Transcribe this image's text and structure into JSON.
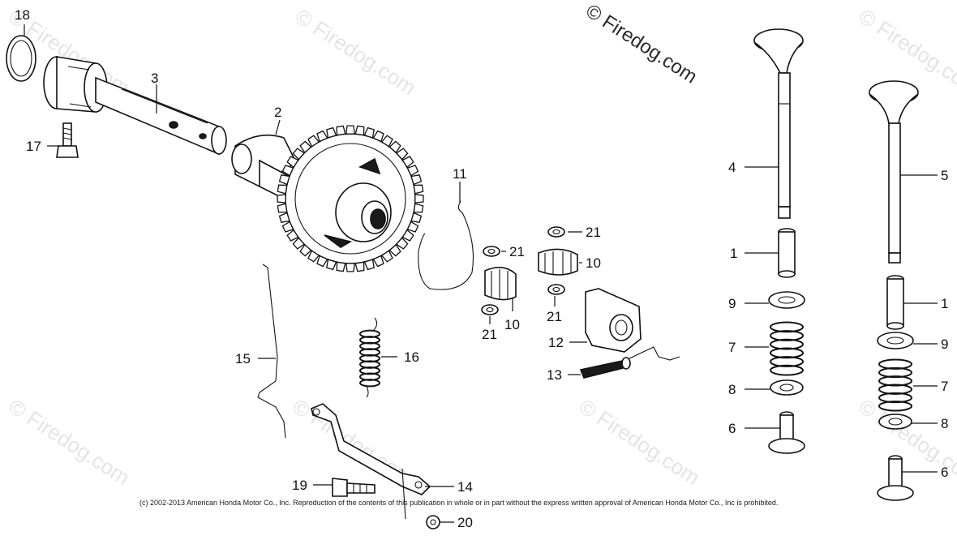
{
  "watermarks": {
    "faint_text": "© Firedog.com",
    "main_text": "© Firedog.com"
  },
  "copyright": "(c) 2002-2013 American Honda Motor Co., Inc. Reproduction of the contents of this publication in whole or in part without the express written approval of American Honda Motor Co., Inc is prohibited.",
  "callouts": {
    "c18": "18",
    "c3": "3",
    "c17": "17",
    "c2": "2",
    "c11": "11",
    "c21a": "21",
    "c21b": "21",
    "c21c": "21",
    "c21d": "21",
    "c10a": "10",
    "c10b": "10",
    "c12": "12",
    "c13": "13",
    "c15": "15",
    "c16": "16",
    "c14": "14",
    "c19": "19",
    "c20": "20",
    "c4": "4",
    "c1a": "1",
    "c9a": "9",
    "c7a": "7",
    "c8a": "8",
    "c6a": "6",
    "c5": "5",
    "c1b": "1",
    "c9b": "9",
    "c7b": "7",
    "c8b": "8",
    "c6b": "6"
  },
  "colors": {
    "ink": "#111111",
    "watermark": "#e4e4e4",
    "background": "#ffffff"
  }
}
